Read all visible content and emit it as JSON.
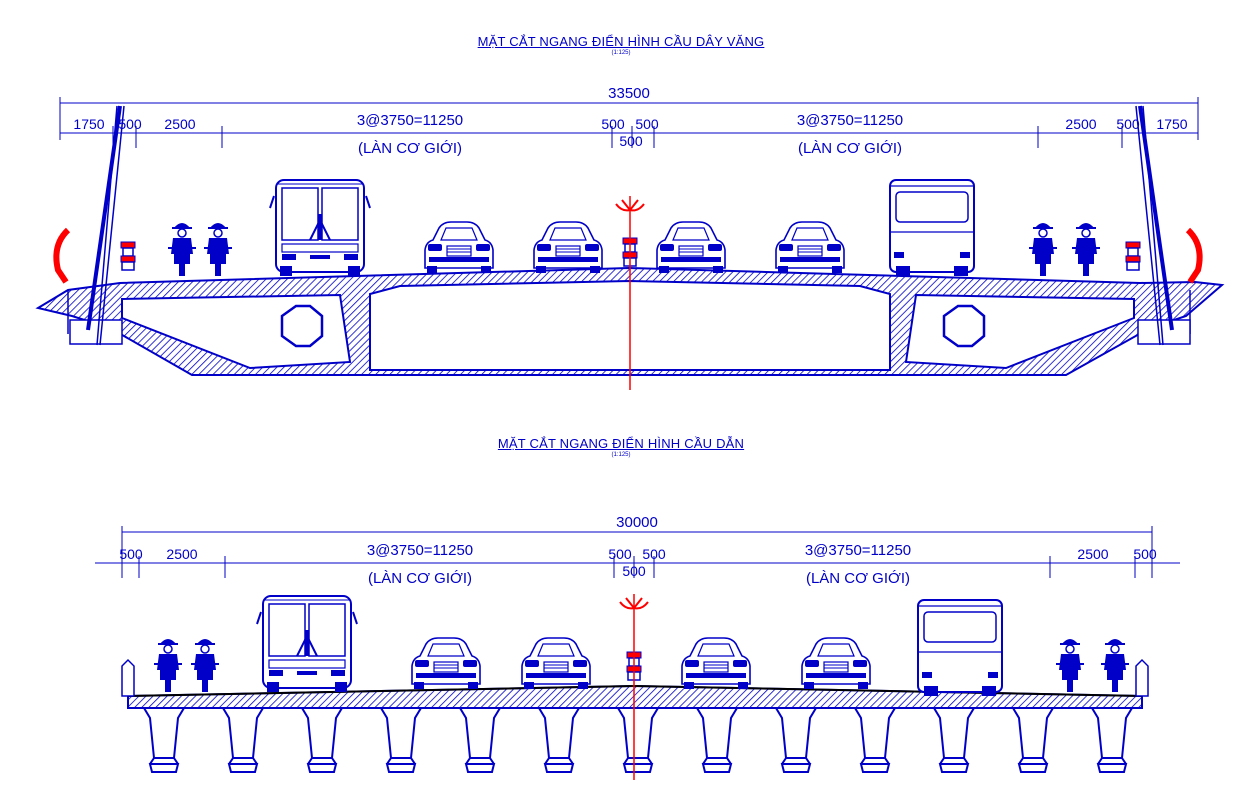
{
  "colors": {
    "line": "#0000c8",
    "axis": "#ff0000",
    "hatch": "#0000c8"
  },
  "section1": {
    "title": "MẶT CẮT NGANG ĐIỂN HÌNH CẦU DÂY VĂNG",
    "scale": "(1:125)",
    "dims": {
      "overall": "33500",
      "left_outer": "1750",
      "left_500": "500",
      "left_2500": "2500",
      "left_lanes": "3@3750=11250",
      "left_lanes_note": "(LÀN CƠ GIỚI)",
      "median_left": "500",
      "median_right": "500",
      "median_center": "500",
      "right_lanes": "3@3750=11250",
      "right_lanes_note": "(LÀN CƠ GIỚI)",
      "right_2500": "2500",
      "right_500": "500",
      "right_outer": "1750"
    }
  },
  "section2": {
    "title": "MẶT CẮT NGANG ĐIỂN HÌNH CẦU DẪN",
    "scale": "(1:125)",
    "dims": {
      "overall": "30000",
      "left_500": "500",
      "left_2500": "2500",
      "left_lanes": "3@3750=11250",
      "left_lanes_note": "(LÀN CƠ GIỚI)",
      "median_left": "500",
      "median_right": "500",
      "median_center": "500",
      "right_lanes": "3@3750=11250",
      "right_lanes_note": "(LÀN CƠ GIỚI)",
      "right_2500": "2500",
      "right_500": "500"
    }
  }
}
